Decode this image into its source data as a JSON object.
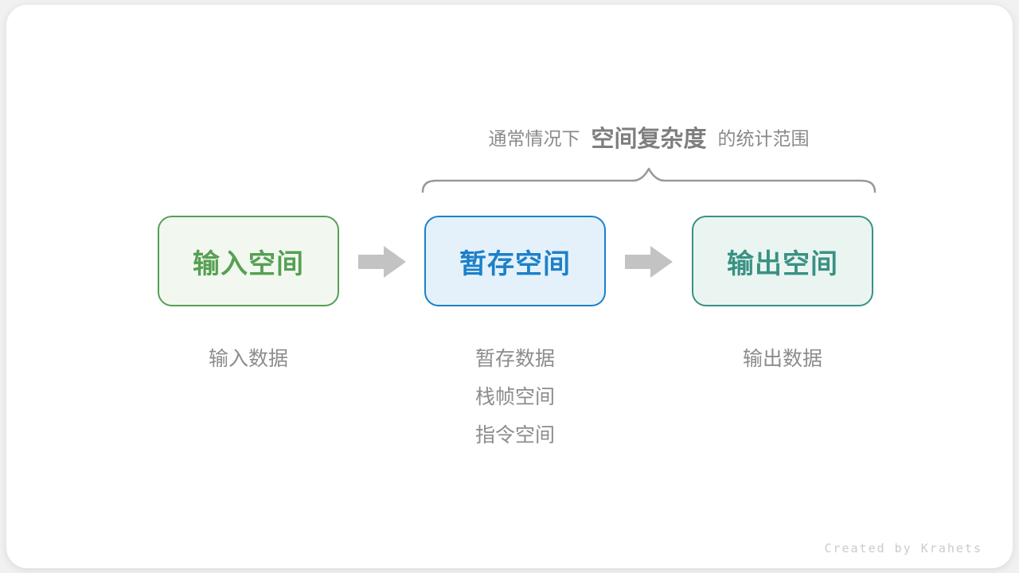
{
  "colors": {
    "page_bg": "#F1F1F1",
    "card_bg": "#FFFFFF",
    "title_text": "#8A8A8A",
    "title_highlight": "#7E7E7E",
    "brace": "#999999",
    "arrow": "#C3C3C3",
    "sublabel_text": "#8C8C8C",
    "credit_text": "#CBCBCB"
  },
  "title": {
    "prefix": "通常情况下",
    "highlight": "空间复杂度",
    "suffix": "的统计范围"
  },
  "boxes": [
    {
      "label": "输入空间",
      "color": "#56A054",
      "bg": "#F2F8F0",
      "sublabels": [
        "输入数据"
      ]
    },
    {
      "label": "暂存空间",
      "color": "#1C80C9",
      "bg": "#E4F1FB",
      "sublabels": [
        "暂存数据",
        "栈帧空间",
        "指令空间"
      ]
    },
    {
      "label": "输出空间",
      "color": "#3A9183",
      "bg": "#EAF5F1",
      "sublabels": [
        "输出数据"
      ]
    }
  ],
  "credit": "Created by Krahets"
}
